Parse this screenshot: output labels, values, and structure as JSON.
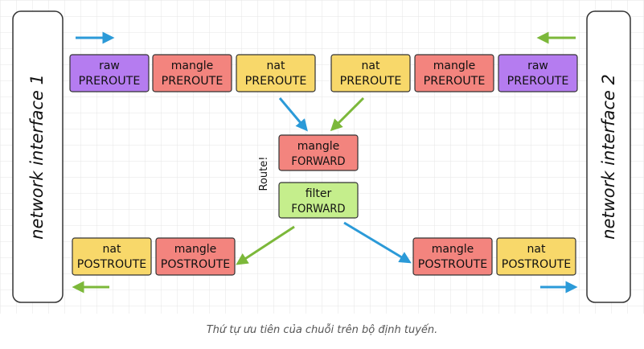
{
  "diagram": {
    "interfaces": {
      "left": "network interface 1",
      "right": "network interface 2"
    },
    "route_label": "Route!",
    "boxes": [
      {
        "id": "raw-preroute-1",
        "table": "raw",
        "chain": "PREROUTE",
        "color": "#b57cf0"
      },
      {
        "id": "mangle-preroute-1",
        "table": "mangle",
        "chain": "PREROUTE",
        "color": "#f3847e"
      },
      {
        "id": "nat-preroute-1",
        "table": "nat",
        "chain": "PREROUTE",
        "color": "#f8d86a"
      },
      {
        "id": "nat-preroute-2",
        "table": "nat",
        "chain": "PREROUTE",
        "color": "#f8d86a"
      },
      {
        "id": "mangle-preroute-2",
        "table": "mangle",
        "chain": "PREROUTE",
        "color": "#f3847e"
      },
      {
        "id": "raw-preroute-2",
        "table": "raw",
        "chain": "PREROUTE",
        "color": "#b57cf0"
      },
      {
        "id": "mangle-forward",
        "table": "mangle",
        "chain": "FORWARD",
        "color": "#f3847e"
      },
      {
        "id": "filter-forward",
        "table": "filter",
        "chain": "FORWARD",
        "color": "#c5ee8c"
      },
      {
        "id": "nat-postroute-1",
        "table": "nat",
        "chain": "POSTROUTE",
        "color": "#f8d86a"
      },
      {
        "id": "mangle-postroute-1",
        "table": "mangle",
        "chain": "POSTROUTE",
        "color": "#f3847e"
      },
      {
        "id": "mangle-postroute-2",
        "table": "mangle",
        "chain": "POSTROUTE",
        "color": "#f3847e"
      },
      {
        "id": "nat-postroute-2",
        "table": "nat",
        "chain": "POSTROUTE",
        "color": "#f8d86a"
      }
    ],
    "arrow_colors": {
      "blue": "#2b9ad8",
      "green": "#7cb83a"
    }
  },
  "caption": "Thứ tự ưu tiên của chuỗi trên bộ định tuyến."
}
